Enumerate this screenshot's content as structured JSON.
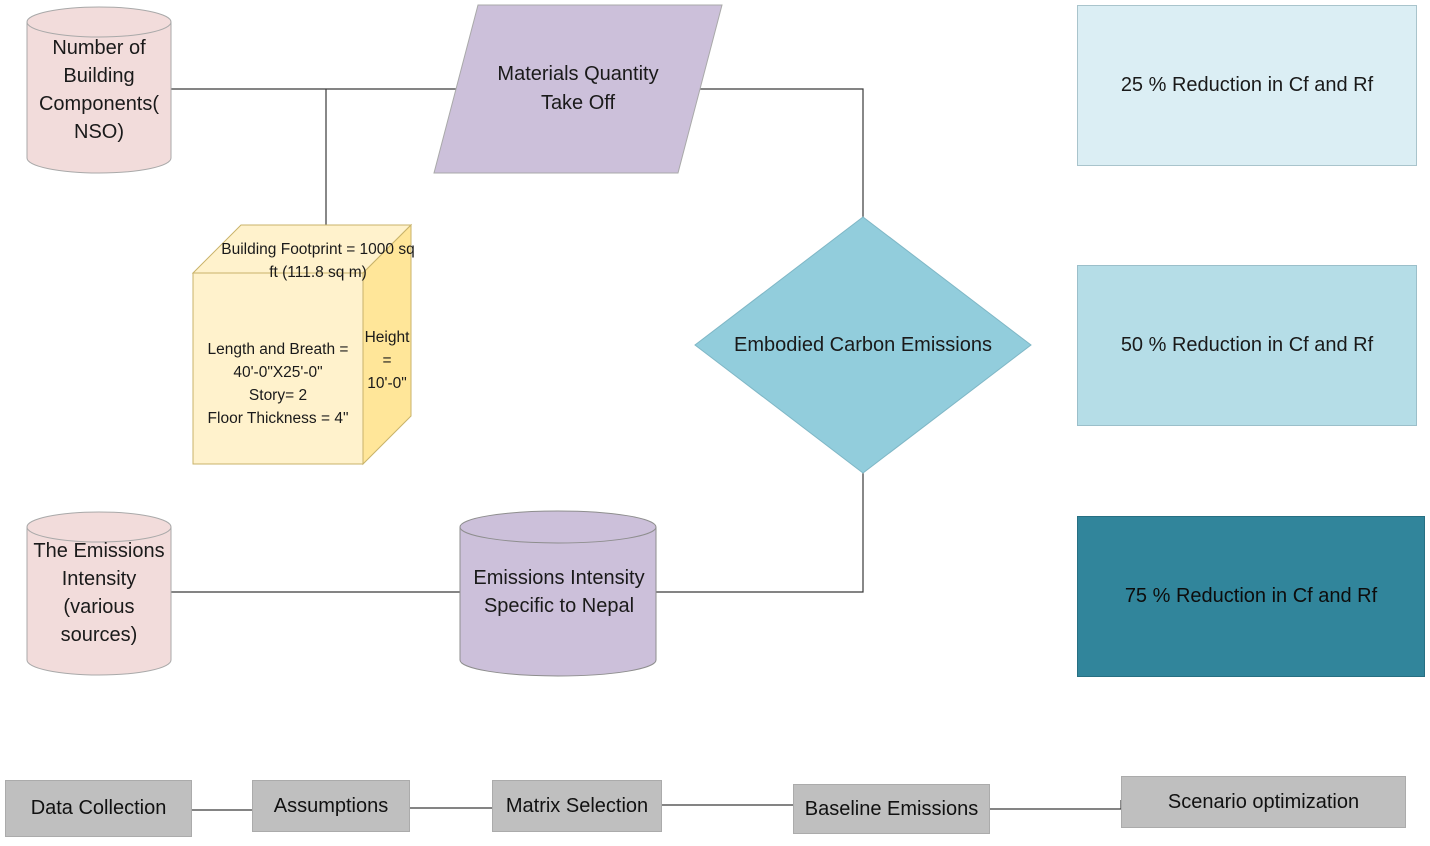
{
  "nodes": {
    "building_components": "Number of Building Components( NSO)",
    "materials_takeoff": "Materials Quantity Take Off",
    "embodied_carbon": "Embodied Carbon Emissions",
    "emissions_intensity_sources": "The Emissions Intensity (various sources)",
    "emissions_intensity_nepal": "Emissions Intensity Specific to Nepal"
  },
  "building_block": {
    "footprint": "Building Footprint = 1000 sq ft (111.8 sq m)",
    "dimensions_line1": "Length and Breath =",
    "dimensions_line2": "40'-0\"X25'-0\"",
    "story": "Story= 2",
    "floor_thickness": "Floor Thickness = 4\"",
    "height": "Height = 10'-0\""
  },
  "scenarios": [
    {
      "label": "25 % Reduction in Cf and Rf",
      "color": "#dbeef4"
    },
    {
      "label": "50 % Reduction in Cf and Rf",
      "color": "#b5dde7"
    },
    {
      "label": "75 % Reduction in Cf and Rf",
      "color": "#31859b"
    }
  ],
  "steps": [
    {
      "label": "Data Collection"
    },
    {
      "label": "Assumptions"
    },
    {
      "label": "Matrix Selection"
    },
    {
      "label": "Baseline Emissions"
    },
    {
      "label": "Scenario optimization"
    }
  ],
  "colors": {
    "cylinder_pink": "#f2dcdb",
    "lavender": "#ccc0da",
    "diamond": "#92cddc",
    "cube_front": "#fff2cc",
    "cube_side": "#ffe699",
    "step_gray": "#bfbfbf"
  }
}
